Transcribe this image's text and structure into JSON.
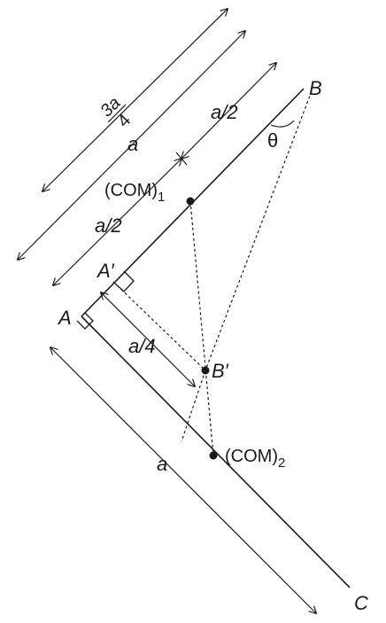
{
  "points": {
    "B": "B",
    "A": "A",
    "A_prime": "A′",
    "B_prime": "B′",
    "C": "C"
  },
  "com": {
    "com1_base": "(COM)",
    "com1_sub": "1",
    "com2_base": "(COM)",
    "com2_sub": "2"
  },
  "angle": "θ",
  "dimensions": {
    "three_a_num": "3a",
    "three_a_den": "4",
    "a_outer": "a",
    "a_half_top": "a/2",
    "a_half_lower": "a/2",
    "a_quarter": "a/4",
    "a_bottom": "a"
  },
  "colors": {
    "ink": "#1a1a1a",
    "background": "#ffffff"
  }
}
